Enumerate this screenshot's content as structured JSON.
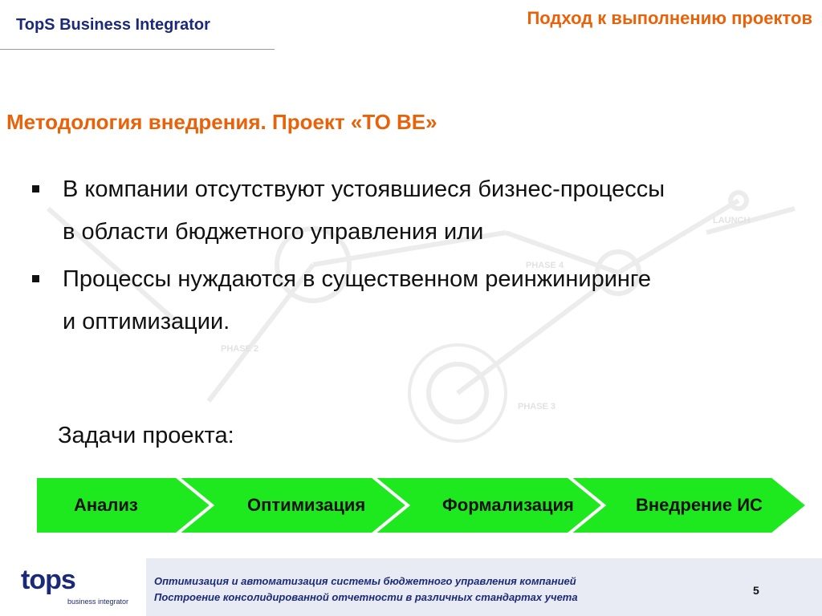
{
  "header": {
    "brand": "TopS Business Integrator",
    "section_title": "Подход к выполнению проектов"
  },
  "slide": {
    "heading": "Методология внедрения. Проект «ТО BE»",
    "bullets": [
      "В компании отсутствуют устоявшиеся бизнес-процессы в области бюджетного управления или",
      "Процессы нуждаются в существенном реинжиниринге и оптимизации."
    ],
    "tasks_label": "Задачи проекта:",
    "stages": [
      "Анализ",
      "Оптимизация",
      "Формализация",
      "Внедрение ИС"
    ]
  },
  "background": {
    "watermark_labels": [
      "LAUNCH",
      "PHASE 4",
      "PHASE 2",
      "PHASE 3"
    ]
  },
  "footer": {
    "logo_text": "tops",
    "logo_subtext": "business integrator",
    "line1": "Оптимизация и автоматизация системы бюджетного управления компанией",
    "line2": "Построение консолидированной отчетности в различных стандартах учета",
    "page_number": "5"
  },
  "colors": {
    "brand": "#1b2a78",
    "accent": "#e8620a",
    "stage_green": "#1ee81e",
    "footer_band": "#e9ebf4"
  }
}
